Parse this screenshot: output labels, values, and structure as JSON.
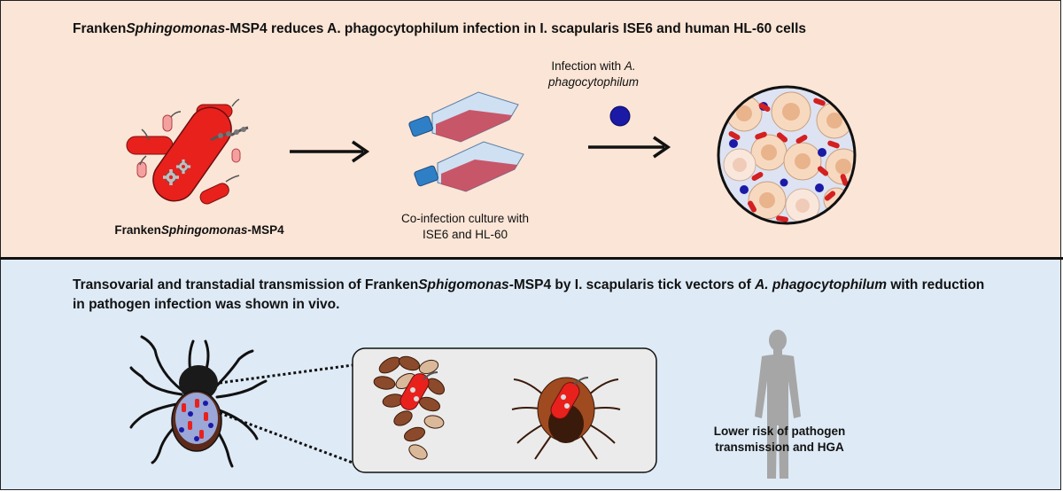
{
  "top_panel": {
    "title_prefix": "Franken",
    "title_italic": "Sphingomonas",
    "title_suffix": "-MSP4 reduces A. phagocytophilum infection in I. scapularis ISE6 and human HL-60 cells",
    "bacteria_label_prefix": "Franken",
    "bacteria_label_italic": "Sphingomonas",
    "bacteria_label_suffix": "-MSP4",
    "coinfection_line1": "Co-infection culture with",
    "coinfection_line2": "ISE6 and HL-60",
    "infection_line1_prefix": "Infection with ",
    "infection_line1_italic": "A.",
    "infection_line2_italic": "phagocytophilum"
  },
  "bottom_panel": {
    "title_line1_prefix": "Transovarial and transtadial transmission of Franken",
    "title_line1_italic1": "Sphigomonas",
    "title_line1_mid": "-MSP4 by I. scapularis tick vectors of ",
    "title_line1_italic2": "A. phagocytophilum",
    "title_line1_suffix": " with reduction",
    "title_line2": "in pathogen infection was shown in vivo.",
    "outcome_line1": "Lower risk of pathogen",
    "outcome_line2": "transmission and HGA"
  },
  "colors": {
    "top_background": "#fbe5d6",
    "bottom_background": "#deeaf6",
    "bacteria_red": "#e8211d",
    "pathogen_blue": "#1a1aa6",
    "flask_blue": "#2f7fc6",
    "tick_brown": "#7a4020",
    "human_gray": "#a6a6a6"
  }
}
